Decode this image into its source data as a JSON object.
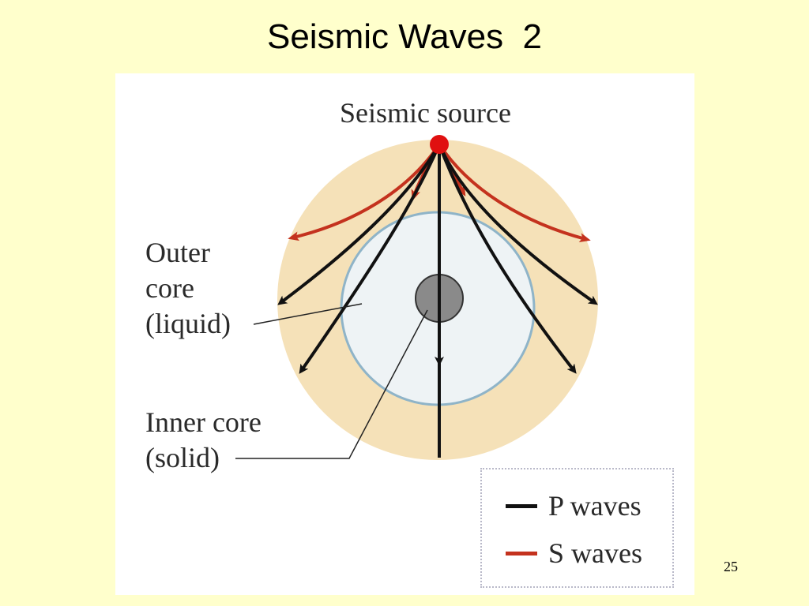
{
  "slide": {
    "title": "Seismic Waves  2",
    "page_number": "25"
  },
  "diagram": {
    "source_label": "Seismic source",
    "outer_core_label": [
      "Outer",
      "core",
      "(liquid)"
    ],
    "inner_core_label": [
      "Inner core",
      "(solid)"
    ],
    "legend": [
      {
        "label": "P waves",
        "color": "#111111"
      },
      {
        "label": "S waves",
        "color": "#C4321E"
      }
    ],
    "colors": {
      "mantle": "#F5E1B8",
      "outer_core": "#EEF3F5",
      "outer_core_edge": "#8FB4C8",
      "inner_core": "#8A8A8A",
      "source": "#E01010",
      "p_wave": "#111111",
      "s_wave": "#C4321E"
    }
  }
}
